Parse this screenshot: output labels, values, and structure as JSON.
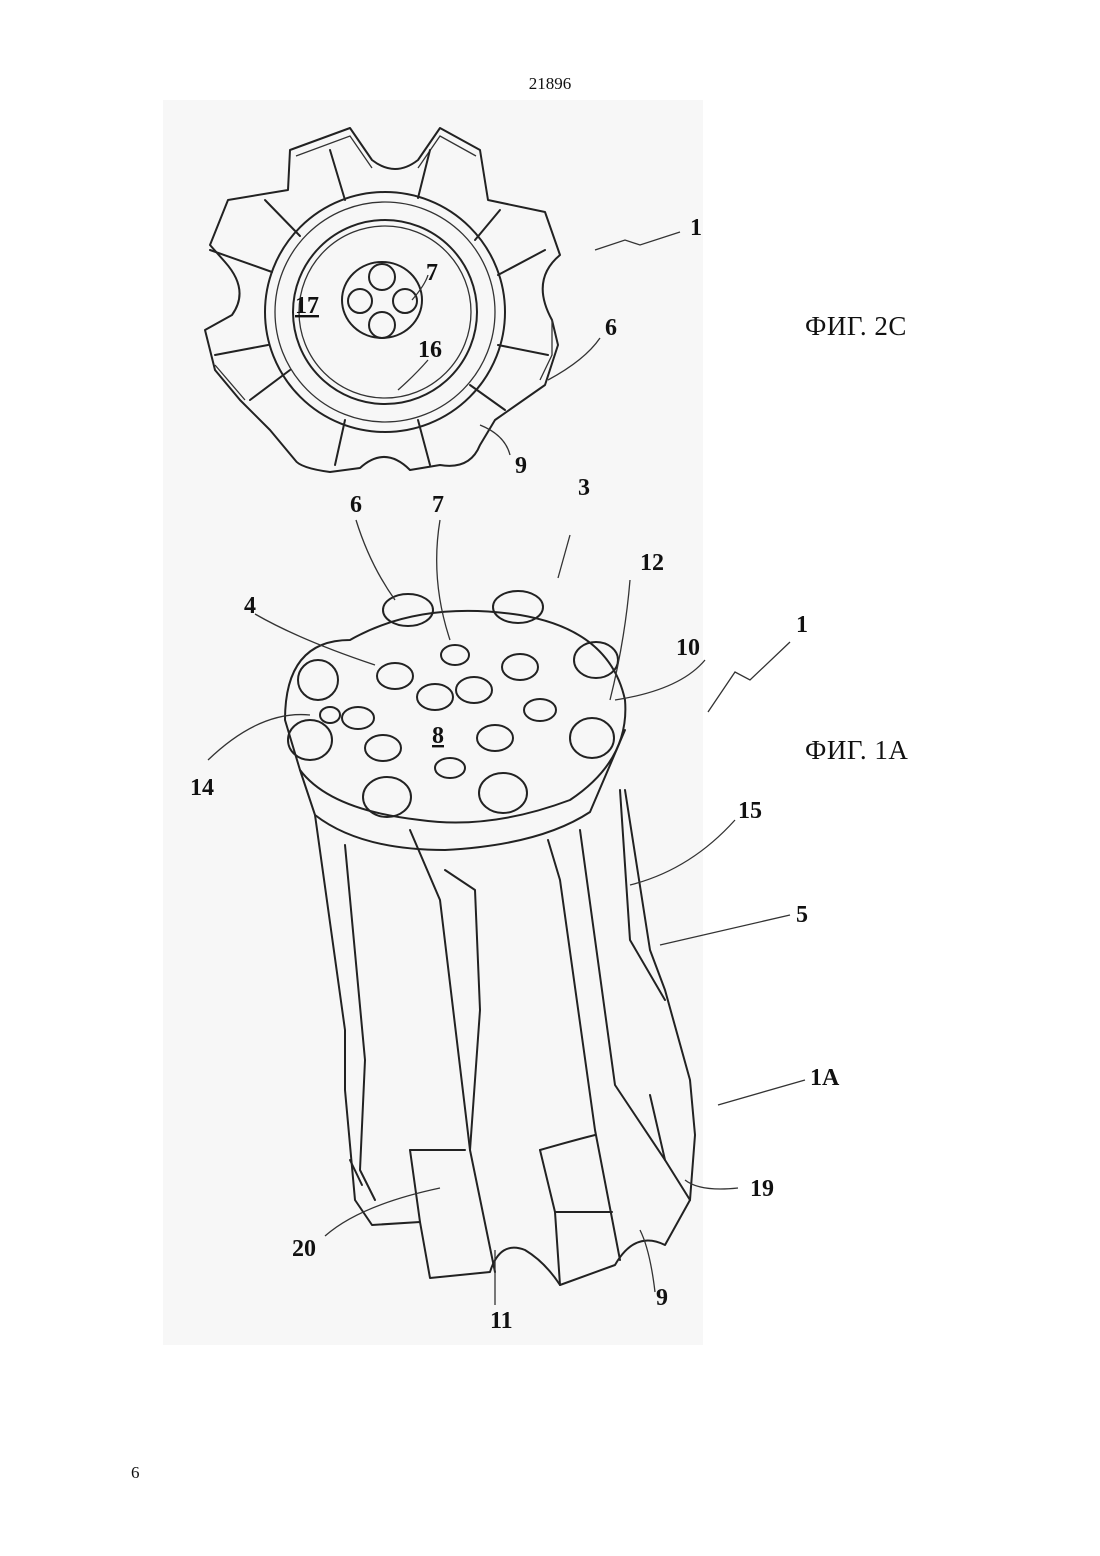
{
  "header": {
    "doc_number": "21896"
  },
  "footer": {
    "page_number": "6"
  },
  "figures": {
    "fig_2c": {
      "caption": "ФИГ. 2С",
      "labels": {
        "l1": "1",
        "l7": "7",
        "l17": "17",
        "l6": "6",
        "l16": "16",
        "l9": "9"
      }
    },
    "fig_1a": {
      "caption": "ФИГ. 1А",
      "labels": {
        "l3": "3",
        "l6": "6",
        "l7": "7",
        "l12": "12",
        "l4": "4",
        "l1": "1",
        "l10": "10",
        "l14": "14",
        "l8": "8",
        "l15": "15",
        "l5": "5",
        "l1a": "1А",
        "l19": "19",
        "l20": "20",
        "l9": "9",
        "l11": "11"
      }
    }
  }
}
